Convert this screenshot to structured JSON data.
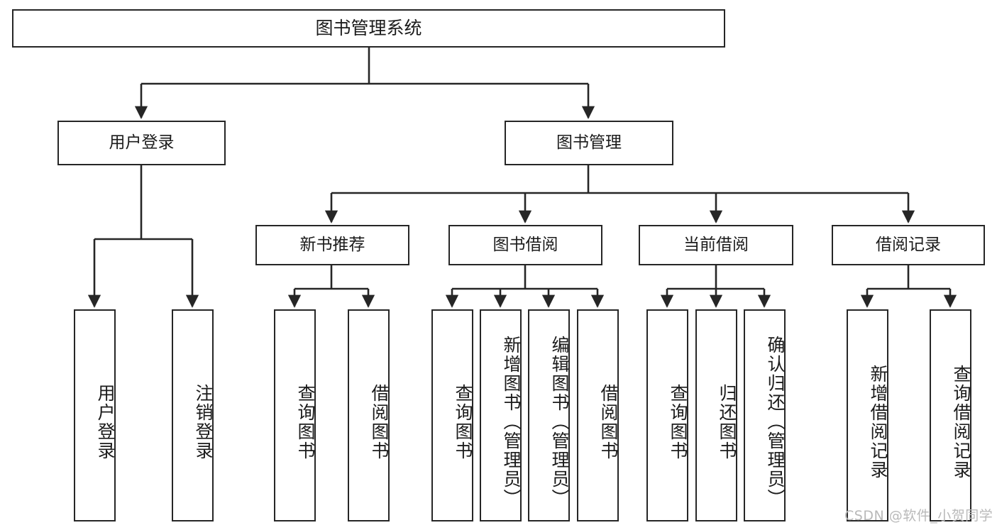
{
  "diagram": {
    "title": "图书管理系统",
    "type": "tree-hierarchy",
    "root": {
      "label": "图书管理系统"
    },
    "level2": [
      {
        "label": "用户登录"
      },
      {
        "label": "图书管理"
      }
    ],
    "level3": [
      {
        "label": "新书推荐"
      },
      {
        "label": "图书借阅"
      },
      {
        "label": "当前借阅"
      },
      {
        "label": "借阅记录"
      }
    ],
    "leaves": {
      "user_login": [
        {
          "label": "用户登录"
        },
        {
          "label": "注销登录"
        }
      ],
      "new_book_recommend": [
        {
          "label": "查询图书"
        },
        {
          "label": "借阅图书"
        }
      ],
      "book_borrow": [
        {
          "label": "查询图书"
        },
        {
          "label": "新增图书（管理员）"
        },
        {
          "label": "编辑图书（管理员）"
        },
        {
          "label": "借阅图书"
        }
      ],
      "current_borrow": [
        {
          "label": "查询图书"
        },
        {
          "label": "归还图书"
        },
        {
          "label": "确认归还（管理员）"
        }
      ],
      "borrow_record": [
        {
          "label": "新增借阅记录"
        },
        {
          "label": "查询借阅记录"
        }
      ]
    }
  },
  "watermark": {
    "text": "CSDN @软件_小贺同学"
  },
  "colors": {
    "stroke": "#262626",
    "text": "#1b1b1b",
    "background": "#ffffff",
    "watermark": "#b9b9b9"
  }
}
